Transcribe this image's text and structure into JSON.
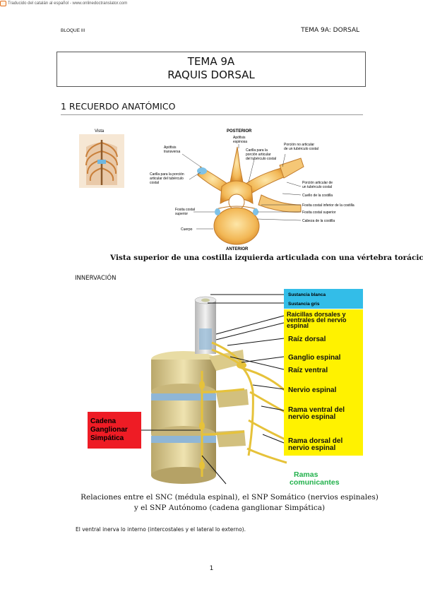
{
  "translator": {
    "text": "Traducido del catalán al español - www.onlinedoctranslator.com"
  },
  "header": {
    "left": "BLOQUE III",
    "right": "TEMA 9A: DORSAL"
  },
  "title": {
    "line1": "TEMA 9A",
    "line2": "RAQUIS DORSAL"
  },
  "section": {
    "heading": "1 RECUERDO ANATÓMICO"
  },
  "figure1": {
    "labels": {
      "vista": "Vista",
      "posterior": "POSTERIOR",
      "anterior": "ANTERIOR",
      "apofisis_espinosa": [
        "Apófisis",
        "espinosa"
      ],
      "apofisis_transversa": [
        "Apófisis",
        "transversa"
      ],
      "carilla_porcion_articular": [
        "Carilla para la",
        "porción articular",
        "del tubérculo costal"
      ],
      "porcion_no_articular": [
        "Porción no articular",
        "de un tubérculo costal"
      ],
      "carilla_tuberculo": [
        "Carilla para la porción",
        "articular del tubérculo",
        "costal"
      ],
      "porcion_articular": [
        "Porción articular de",
        "un tubérculo costal"
      ],
      "cuello_costilla": "Cuello de la costilla",
      "fosita_costal_inferior_costilla": "Fosita costal inferior de la costilla",
      "fosita_costal_superior": "Fosita costal superior",
      "fosita_costal_superior_left": [
        "Fosita costal",
        "superior"
      ],
      "cabeza_costilla": "Cabeza de la costilla",
      "cuerpo": "Cuerpo"
    },
    "caption": "Vista superior de una costilla izquierda articulada con una vértebra torácica"
  },
  "subheading": "INNERVACIÓN",
  "figure2": {
    "legend_blue": [
      "Sustancia blanca",
      "Sustancia gris"
    ],
    "legend_yellow": {
      "raicillas": [
        "Raicillas dorsales y",
        "ventrales del nervio",
        "espinal"
      ],
      "raiz_dorsal": "Raíz dorsal",
      "ganglio": "Ganglio espinal",
      "raiz_ventral": "Raíz ventral",
      "nervio": "Nervio espinal",
      "rama_ventral": [
        "Rama ventral del",
        "nervio espinal"
      ],
      "rama_dorsal": [
        "Rama dorsal del",
        "nervio espinal"
      ]
    },
    "cadena": [
      "Cadena",
      "Ganglionar",
      "Simpática"
    ],
    "ramas": [
      "Ramas",
      "comunicantes"
    ],
    "colors": {
      "blue_box": "#33bde8",
      "yellow_box": "#fff200",
      "red_box": "#ee1c25",
      "green_text": "#22b14c"
    }
  },
  "caption2": {
    "line1": "Relaciones entre el SNC (médula espinal), el SNP Somático (nervios espinales)",
    "line2": "y el  SNP Autónomo (cadena ganglionar Simpática)"
  },
  "body": {
    "text": "El ventral inerva lo interno (intercostales y el lateral lo externo)."
  },
  "page": {
    "number": "1"
  }
}
